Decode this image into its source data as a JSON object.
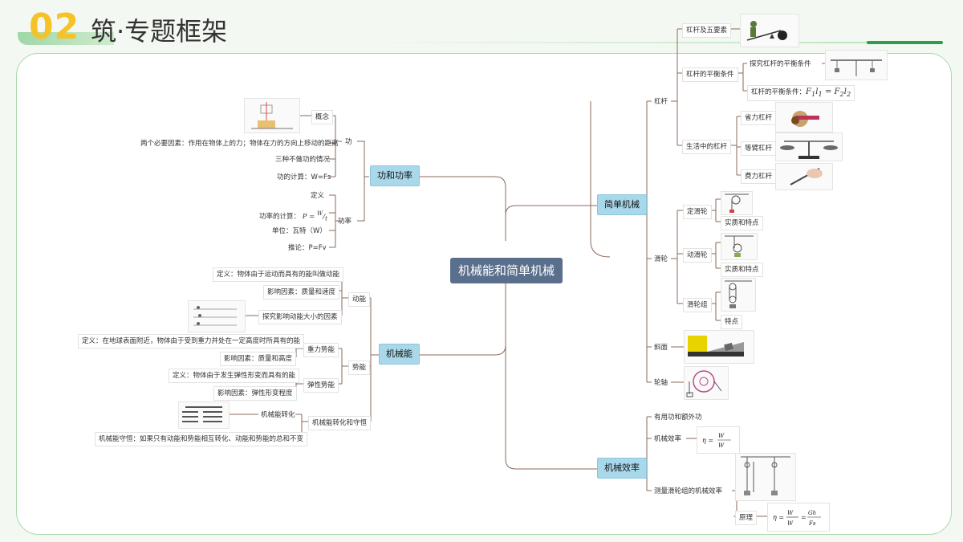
{
  "header": {
    "number": "02",
    "title": "筑·专题框架"
  },
  "root": "机械能和简单机械",
  "left": {
    "work": {
      "label": "功和功率",
      "gong": {
        "label": "功",
        "concept": "概念",
        "factors": "两个必要因素：作用在物体上的力；物体在力的方向上移动的距离",
        "no_work": "三种不做功的情况",
        "calc": "功的计算：W=Fs"
      },
      "power": {
        "label": "功率",
        "definition": "定义",
        "calc": "功率的计算：",
        "unit": "单位：瓦特（W）",
        "derive": "推论：P=Fv"
      }
    },
    "mech": {
      "label": "机械能",
      "kinetic": {
        "label": "动能",
        "definition": "定义：物体由于运动而具有的能叫做动能",
        "factors": "影响因素：质量和速度",
        "explore": "探究影响动能大小的因素"
      },
      "potential": {
        "label": "势能",
        "gravity": {
          "label": "重力势能",
          "definition": "定义：在地球表面附近，物体由于受到重力并处在一定高度时所具有的能",
          "factors": "影响因素：质量和高度"
        },
        "elastic": {
          "label": "弹性势能",
          "definition": "定义：物体由于发生弹性形变而具有的能",
          "factors": "影响因素：弹性形变程度"
        }
      },
      "conserve": {
        "label": "机械能转化和守恒",
        "convert": "机械能转化",
        "law": "机械能守恒：如果只有动能和势能相互转化、动能和势能的总和不变"
      }
    }
  },
  "right": {
    "simple": {
      "label": "简单机械",
      "lever": {
        "label": "杠杆",
        "five": "杠杆及五要素",
        "balance": {
          "label": "杠杆的平衡条件",
          "explore": "探究杠杆的平衡条件",
          "condition": "杠杆的平衡条件："
        },
        "life": {
          "label": "生活中的杠杆",
          "save": "省力杠杆",
          "equal": "等臂杠杆",
          "cost": "费力杠杆"
        }
      },
      "pulley": {
        "label": "滑轮",
        "fixed": {
          "label": "定滑轮",
          "nature": "实质和特点"
        },
        "moving": {
          "label": "动滑轮",
          "nature": "实质和特点"
        },
        "group": {
          "label": "滑轮组",
          "feature": "特点"
        }
      },
      "incline": "斜面",
      "axle": "轮轴"
    },
    "efficiency": {
      "label": "机械效率",
      "useful": "有用功和额外功",
      "eff": "机械效率",
      "measure": "测量滑轮组的机械效率",
      "principle": "原理"
    }
  }
}
